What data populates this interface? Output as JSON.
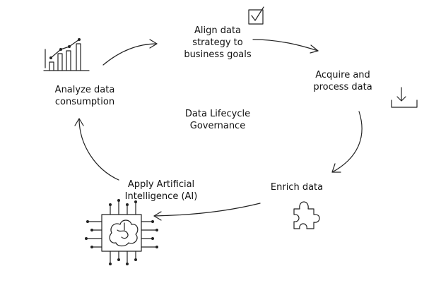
{
  "center": {
    "line1": "Data Lifecycle",
    "line2": "Governance"
  },
  "steps": [
    {
      "line1": "Align data",
      "line2": "strategy to",
      "line3": "business goals",
      "icon": "checkbox-icon"
    },
    {
      "line1": "Acquire and",
      "line2": "process data",
      "icon": "download-tray-icon"
    },
    {
      "line1": "Enrich data",
      "icon": "puzzle-piece-icon"
    },
    {
      "line1": "Apply Artificial",
      "line2": "Intelligence (AI)",
      "icon": "ai-chip-icon"
    },
    {
      "line1": "Analyze data",
      "line2": "consumption",
      "icon": "bar-chart-icon"
    }
  ],
  "colors": {
    "ink": "#222222",
    "background": "#ffffff"
  }
}
